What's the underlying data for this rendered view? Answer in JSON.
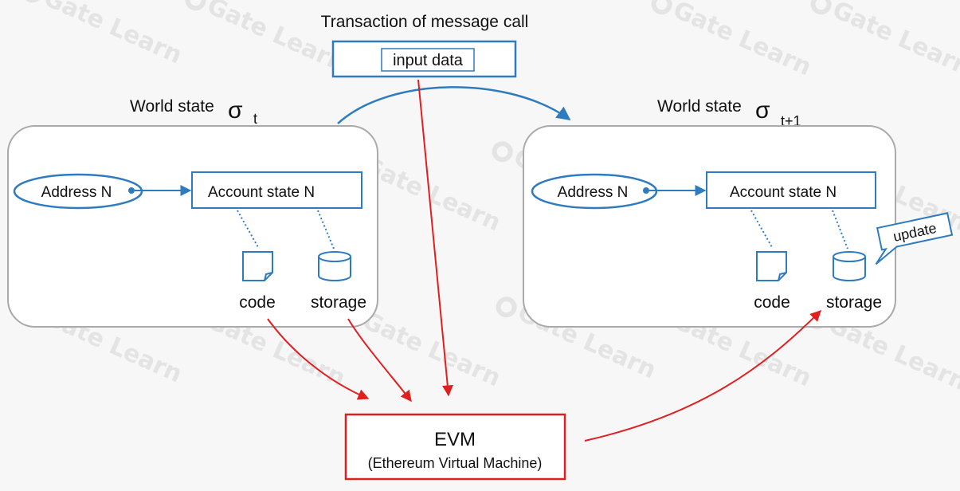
{
  "transaction": {
    "title": "Transaction of message call",
    "input_label": "input data"
  },
  "left_state": {
    "title": "World state",
    "sigma": "σ",
    "subscript": "t",
    "address": "Address N",
    "account": "Account state N",
    "code": "code",
    "storage": "storage"
  },
  "right_state": {
    "title": "World state",
    "sigma": "σ",
    "subscript": "t+1",
    "address": "Address N",
    "account": "Account state N",
    "code": "code",
    "storage": "storage",
    "update": "update"
  },
  "evm": {
    "name": "EVM",
    "full_name": "(Ethereum Virtual Machine)"
  },
  "watermark": {
    "text": "Gate Learn"
  },
  "colors": {
    "blue": "#2f7bbf",
    "red": "#e02020",
    "box_border": "#aaaaaa"
  }
}
